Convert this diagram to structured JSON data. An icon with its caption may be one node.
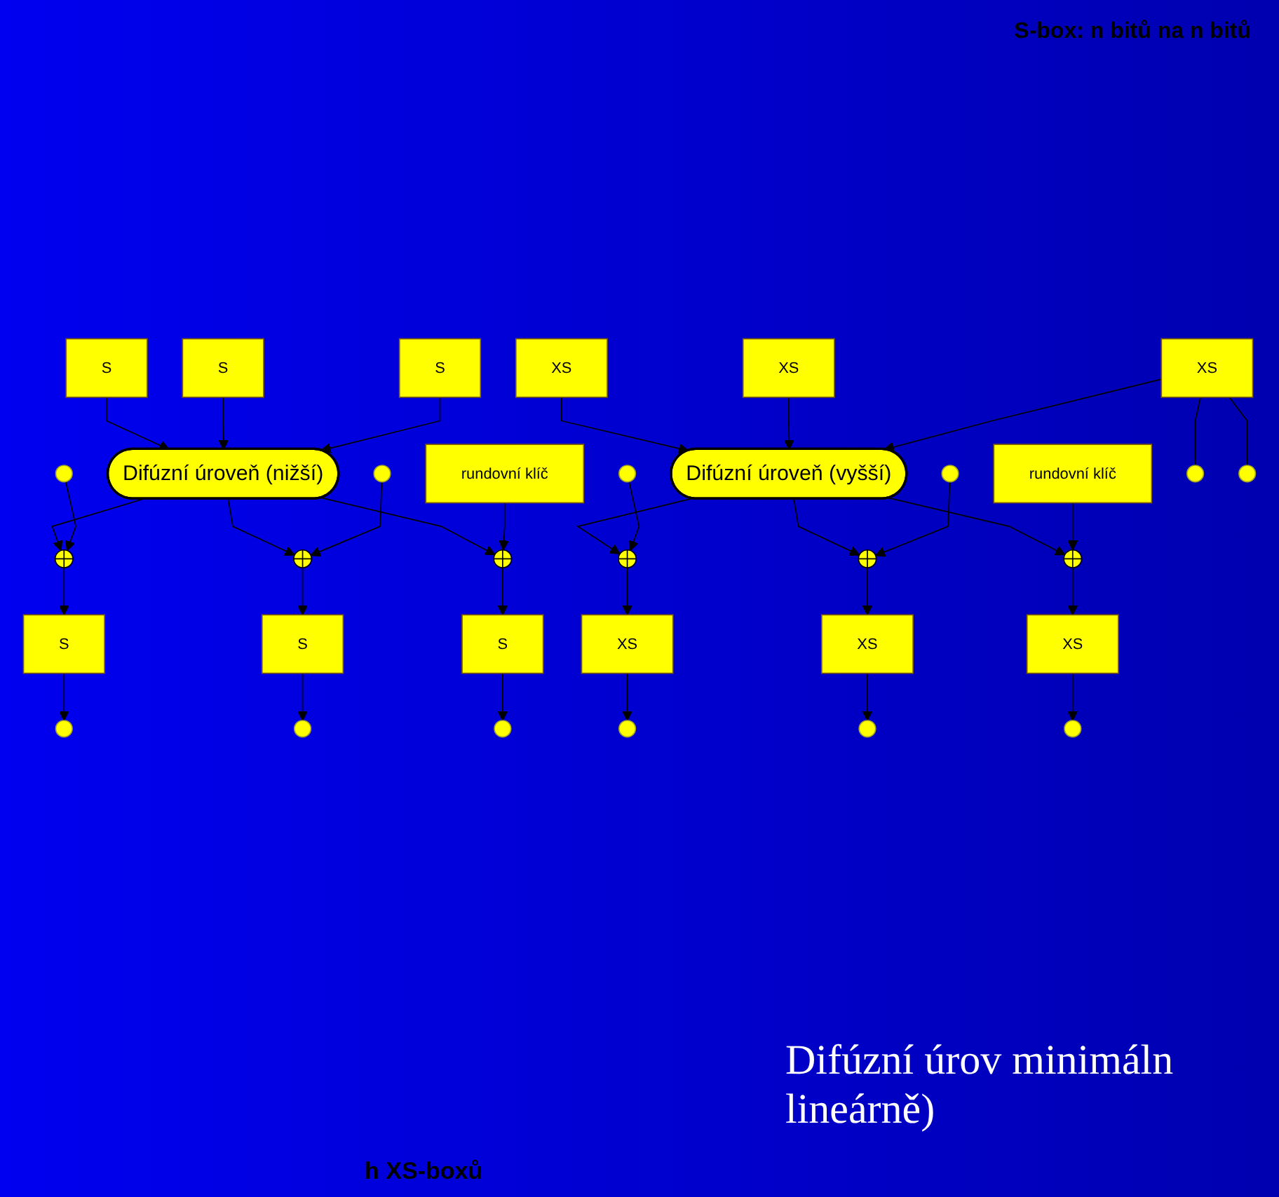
{
  "diagram": {
    "nodes": [
      {
        "text": [
          "S"
        ]
      },
      {
        "text": [
          "S"
        ]
      },
      {
        "text": [
          "S"
        ]
      },
      {
        "text": [
          "Difúzní úroveň (nižší)"
        ]
      },
      {
        "text": [],
        "shape": "circle"
      },
      {
        "text": [],
        "shape": "circle"
      },
      {
        "text": [],
        "shape": "circle"
      },
      {
        "text": [
          "rundovní klíč"
        ]
      },
      {
        "text": [
          "S"
        ]
      },
      {
        "text": [
          "S"
        ]
      },
      {
        "text": [
          "S"
        ]
      },
      {
        "text": [
          "XS"
        ]
      },
      {
        "text": [
          "XS"
        ]
      },
      {
        "text": [
          "XS"
        ]
      },
      {
        "text": [
          "Difúzní úroveň (vyšší)"
        ]
      },
      {
        "text": [],
        "shape": "circle"
      },
      {
        "text": [],
        "shape": "circle"
      },
      {
        "text": [],
        "shape": "circle"
      },
      {
        "text": [
          "rundovní klíč"
        ]
      },
      {
        "text": [
          "XS"
        ]
      },
      {
        "text": [
          "XS"
        ]
      },
      {
        "text": [
          "XS"
        ]
      }
    ],
    "edges": [
      {
        "from": 0,
        "to": 3,
        "arrow": "to"
      },
      {
        "from": 1,
        "to": 3,
        "arrow": "to"
      },
      {
        "from": 2,
        "to": 3,
        "arrow": "to"
      },
      {
        "from": 3,
        "to": 4,
        "arrow": "to"
      },
      {
        "from": 3,
        "to": 5,
        "arrow": "to"
      },
      {
        "from": 3,
        "to": 6,
        "arrow": "to"
      },
      {
        "from": null,
        "to": 4,
        "arrow": "to"
      },
      {
        "from": null,
        "to": 5,
        "arrow": "to"
      },
      {
        "from": 7,
        "to": 6,
        "arrow": "to"
      },
      {
        "from": 4,
        "to": 8,
        "arrow": "to"
      },
      {
        "from": 5,
        "to": 9,
        "arrow": "to"
      },
      {
        "from": 6,
        "to": 10,
        "arrow": "to"
      },
      {
        "from": 8,
        "to": null,
        "arrow": "to"
      },
      {
        "from": 9,
        "to": null,
        "arrow": "to"
      },
      {
        "from": 10,
        "to": null,
        "arrow": "to"
      },
      {
        "from": 11,
        "to": 14,
        "arrow": "to"
      },
      {
        "from": 12,
        "to": 14,
        "arrow": "to"
      },
      {
        "from": 13,
        "to": 14,
        "arrow": "to"
      },
      {
        "from": 14,
        "to": 15,
        "arrow": "to"
      },
      {
        "from": 14,
        "to": 16,
        "arrow": "to"
      },
      {
        "from": 14,
        "to": 17,
        "arrow": "to"
      },
      {
        "from": null,
        "to": 15,
        "arrow": "to"
      },
      {
        "from": null,
        "to": 16,
        "arrow": "to"
      },
      {
        "from": 18,
        "to": 17,
        "arrow": "to"
      },
      {
        "from": 15,
        "to": 19,
        "arrow": "to"
      },
      {
        "from": 16,
        "to": 20,
        "arrow": "to"
      },
      {
        "from": 17,
        "to": 21,
        "arrow": "to"
      },
      {
        "from": 19,
        "to": null,
        "arrow": "to"
      },
      {
        "from": 20,
        "to": null,
        "arrow": "to"
      },
      {
        "from": 21,
        "to": null,
        "arrow": "to"
      },
      {
        "from": 13,
        "to": null,
        "arrow": "none"
      },
      {
        "from": 13,
        "to": null,
        "arrow": "none"
      }
    ],
    "labels": [
      "S-box: n bitů na n bitů",
      "h XS-boxů",
      "Difúzní úrov minimáln lineárně)"
    ]
  }
}
